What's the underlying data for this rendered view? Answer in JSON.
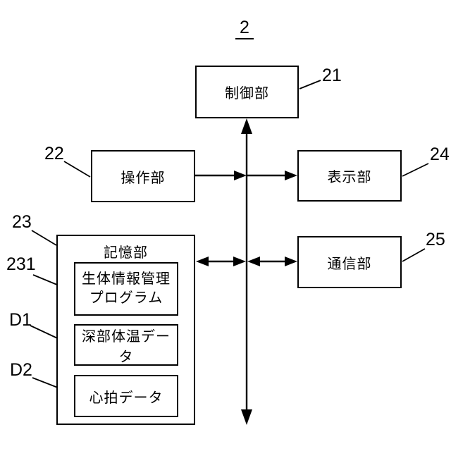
{
  "figure": {
    "number": "2"
  },
  "blocks": {
    "control": {
      "label": "制御部",
      "ref": "21"
    },
    "operation": {
      "label": "操作部",
      "ref": "22"
    },
    "display": {
      "label": "表示部",
      "ref": "24"
    },
    "communication": {
      "label": "通信部",
      "ref": "25"
    },
    "storage": {
      "label": "記憶部",
      "ref": "23",
      "children": {
        "program": {
          "line1": "生体情報管理",
          "line2": "プログラム",
          "ref": "231"
        },
        "core_temp": {
          "label": "深部体温データ",
          "ref": "D1"
        },
        "heart_rate": {
          "label": "心拍データ",
          "ref": "D2"
        }
      }
    }
  },
  "colors": {
    "line": "#000000",
    "background": "#ffffff"
  }
}
